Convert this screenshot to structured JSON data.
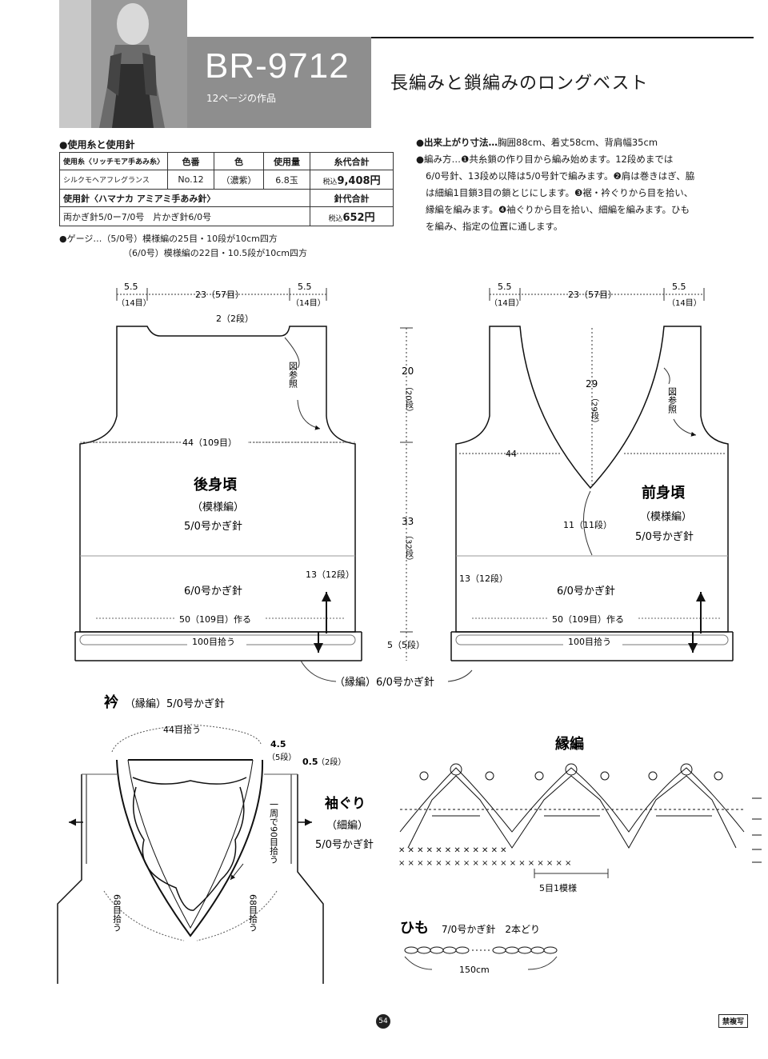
{
  "header": {
    "code": "BR-9712",
    "code_sub": "12ページの作品",
    "title": "長編みと鎖編みのロングベスト"
  },
  "materials": {
    "heading": "●使用糸と使用針",
    "headers": [
      "使用糸〈リッチモア手あみ糸〉",
      "色番",
      "色",
      "使用量",
      "糸代合計"
    ],
    "yarn_row": [
      "シルクモヘアフレグランス",
      "No.12",
      "（濃紫）",
      "6.8玉",
      "税込",
      "9,408円"
    ],
    "needle_header": [
      "使用針〈ハマナカ アミアミ手あみ針〉",
      "針代合計"
    ],
    "needle_row": [
      "両かぎ針5/0ー7/0号　片かぎ針6/0号",
      "税込",
      "652円"
    ]
  },
  "gauge": {
    "line1": "●ゲージ…（5/0号）模様編の25目・10段が10cm四方",
    "line2": "（6/0号）模様編の22目・10.5段が10cm四方"
  },
  "finished": {
    "label": "●出来上がり寸法…",
    "text": "胸囲88cm、着丈58cm、背肩幅35cm"
  },
  "method": {
    "lines": [
      "●編み方…❶共糸鎖の作り目から編み始めます。12段めまでは",
      "6/0号針、13段め以降は5/0号針で編みます。❷肩は巻きはぎ、脇",
      "は細編1目鎖3目の鎖とじにします。❸裾・衿ぐりから目を拾い、",
      "縁編を編みます。❹袖ぐりから目を拾い、細編を編みます。ひも",
      "を編み、指定の位置に通します。"
    ]
  },
  "back": {
    "dim_shoulder": "5.5",
    "dim_shoulder_sts": "（14目）",
    "dim_neck": "23（57目）",
    "neck_depth": "2（2段）",
    "fig_ref": "図参照",
    "armhole": "20",
    "armhole_rows": "（20段）",
    "body": "33",
    "body_rows": "（32段）",
    "width": "44（109目）",
    "name": "後身頃",
    "stitch": "（模様編）",
    "hook_top": "5/0号かぎ針",
    "hook_bottom": "6/0号かぎ針",
    "lower": "13（12段）",
    "cast_on": "50（109目）作る",
    "pickup": "100目拾う",
    "edge_rows": "5（5段）"
  },
  "front": {
    "dim_shoulder": "5.5",
    "dim_shoulder_sts": "（14目）",
    "dim_neck": "23（57目）",
    "v_depth": "29",
    "v_rows": "（29段）",
    "fig_ref": "図参照",
    "width": "44",
    "v_lower": "11（11段）",
    "name": "前身頃",
    "stitch": "（模様編）",
    "hook_top": "5/0号かぎ針",
    "hook_bottom": "6/0号かぎ針",
    "lower": "13（12段）",
    "cast_on": "50（109目）作る",
    "pickup": "100目拾う"
  },
  "edging_note": "（縁編）6/0号かぎ針",
  "collar": {
    "title": "衿",
    "title_sub": "（縁編）5/0号かぎ針",
    "top_pick": "44目拾う",
    "side_w": "4.5",
    "side_rows": "（5段）",
    "arm_w": "0.5",
    "arm_rows": "（2段）",
    "left_pick": "68目拾う",
    "right_pick": "68目拾う",
    "around_pick": "一周で90目拾う",
    "sleeve_title": "袖ぐり",
    "sleeve_stitch": "（細編）",
    "sleeve_hook": "5/0号かぎ針"
  },
  "edging": {
    "title": "縁編",
    "repeat": "5目1模様"
  },
  "tie": {
    "title": "ひも",
    "hook": "7/0号かぎ針　2本どり",
    "length": "150cm"
  },
  "footer": {
    "page": "54",
    "stamp": "禁複写"
  }
}
